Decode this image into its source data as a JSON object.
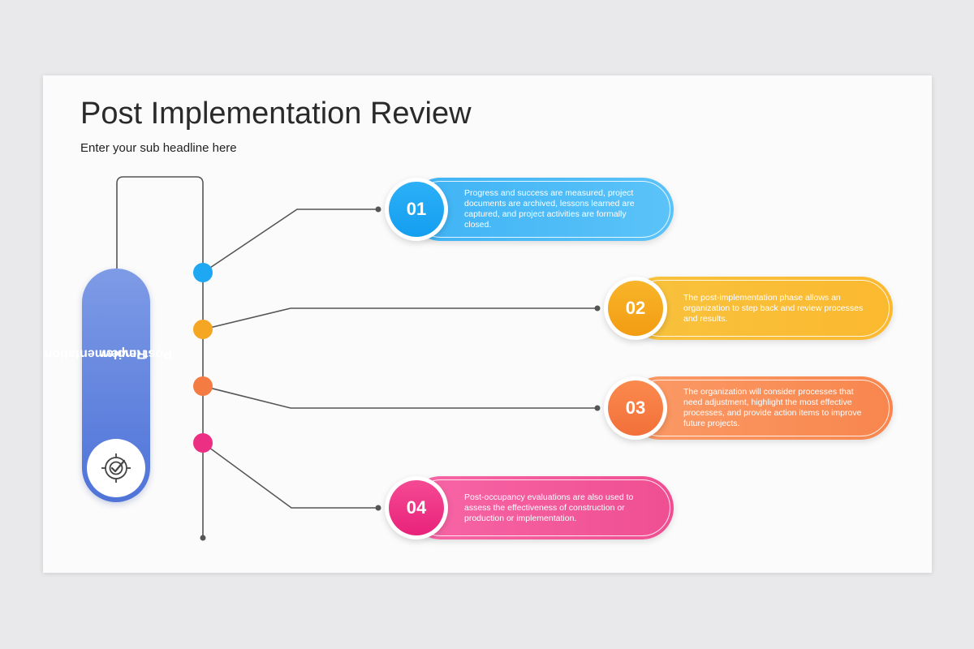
{
  "title": "Post Implementation Review",
  "subtitle": "Enter your sub headline here",
  "side_panel": {
    "label_line1": "Post Implementation",
    "label_line2": "Review",
    "icon": "target-check-icon",
    "color": "#5b7ddb"
  },
  "steps": [
    {
      "number": "01",
      "color": "#1ea7f3",
      "text": "Progress and success are measured, project documents are archived, lessons learned are captured, and project activities are formally closed."
    },
    {
      "number": "02",
      "color": "#f5a623",
      "text": "The post-implementation phase allows an organization to step back and review processes and results."
    },
    {
      "number": "03",
      "color": "#f47c43",
      "text": "The organization will consider processes that need adjustment, highlight the most effective processes, and provide action items to improve future projects."
    },
    {
      "number": "04",
      "color": "#ec2f83",
      "text": "Post-occupancy evaluations are also used to assess the effectiveness of construction or production or implementation."
    }
  ]
}
